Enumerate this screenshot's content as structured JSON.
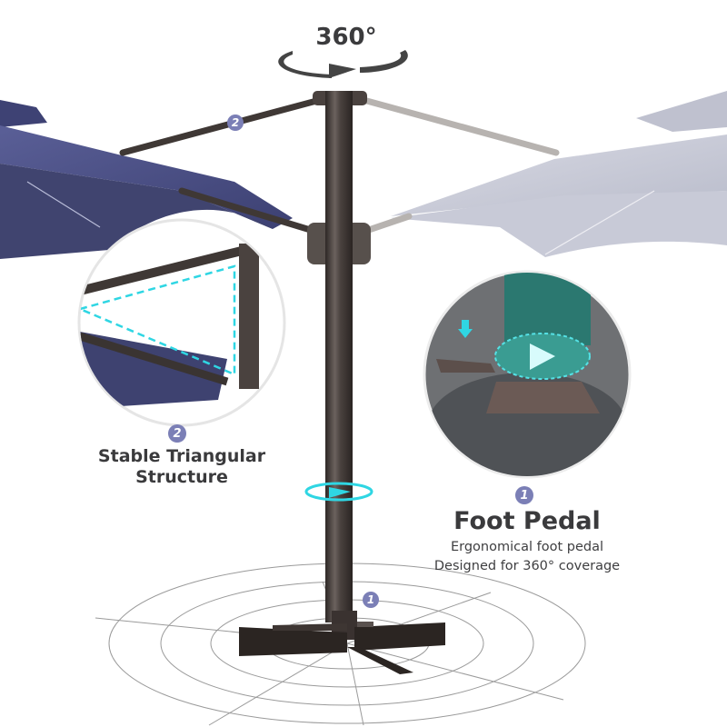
{
  "header": {
    "rotation_label": "360°",
    "rotation_icon": "rotate-arrow-icon"
  },
  "features": [
    {
      "number": "2",
      "title_line1": "Stable Triangular",
      "title_line2": "Structure",
      "callout_icon": "triangle-frame-detail"
    },
    {
      "number": "1",
      "title": "Foot Pedal",
      "desc_line1": "Ergonomical foot pedal",
      "desc_line2": "Designed for 360° coverage",
      "callout_icon": "foot-pedal-detail"
    }
  ],
  "markers": {
    "arm_marker": "2",
    "base_marker": "1"
  },
  "colors": {
    "badge": "#7b7fb6",
    "canopy_navy": "#4a4e83",
    "canopy_light": "#c4c6d4",
    "frame_bronze": "#4a423f",
    "accent_cyan": "#2fd6e3",
    "text_dark": "#3a3a3c"
  }
}
